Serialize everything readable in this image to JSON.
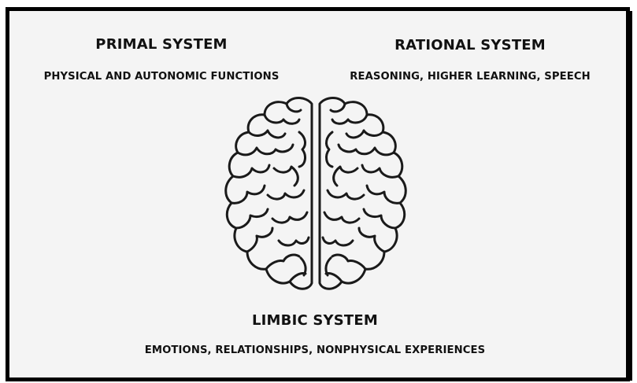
{
  "primal": {
    "title": "PRIMAL SYSTEM",
    "description": "PHYSICAL AND AUTONOMIC FUNCTIONS"
  },
  "rational": {
    "title": "RATIONAL SYSTEM",
    "description": "REASONING, HIGHER LEARNING, SPEECH"
  },
  "limbic": {
    "title": "LIMBIC SYSTEM",
    "description": "EMOTIONS, RELATIONSHIPS, NONPHYSICAL EXPERIENCES"
  },
  "illustration": {
    "icon": "brain-icon",
    "stroke_color": "#1a1a1a",
    "background_color": "#f4f4f4",
    "border_color": "#000000"
  }
}
